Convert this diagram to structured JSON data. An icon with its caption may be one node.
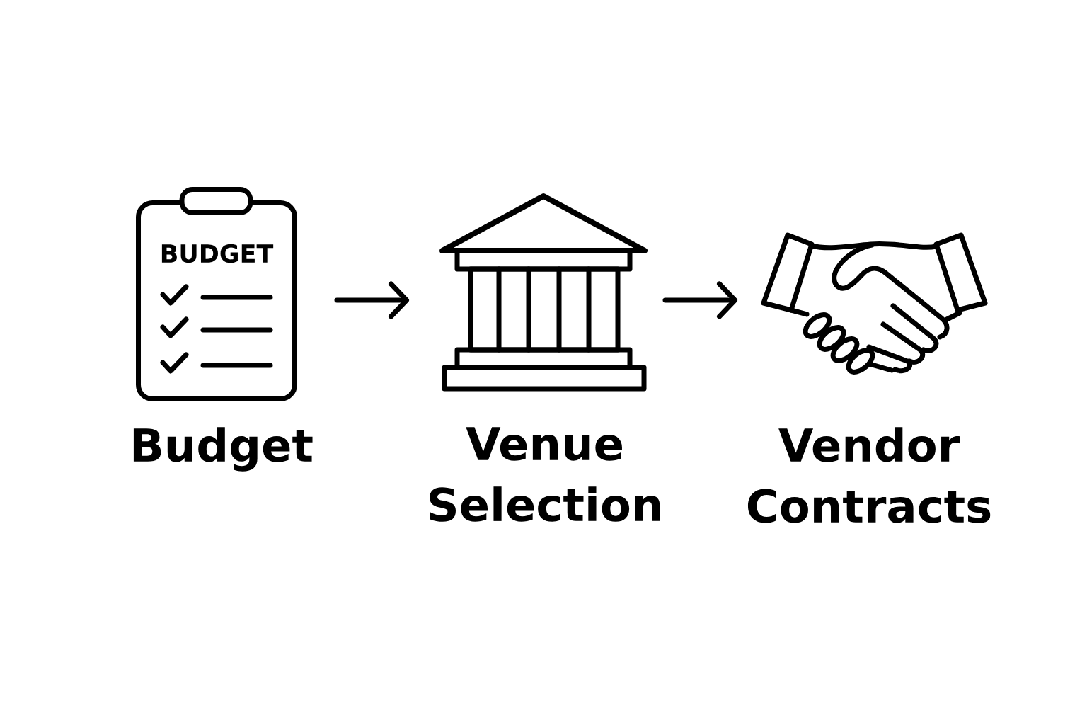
{
  "diagram": {
    "nodes": [
      {
        "text": [
          "BUDGET"
        ],
        "beside": [
          "Budget"
        ]
      },
      {
        "text": [],
        "shape": "picture",
        "beside": [
          "Venue Selection"
        ]
      },
      {
        "text": [],
        "shape": "picture",
        "beside": [
          "Vendor Contracts"
        ]
      }
    ],
    "edges": [
      {
        "from": 0,
        "to": 1,
        "arrow": "to"
      },
      {
        "from": 1,
        "to": 2,
        "arrow": "to"
      }
    ]
  }
}
